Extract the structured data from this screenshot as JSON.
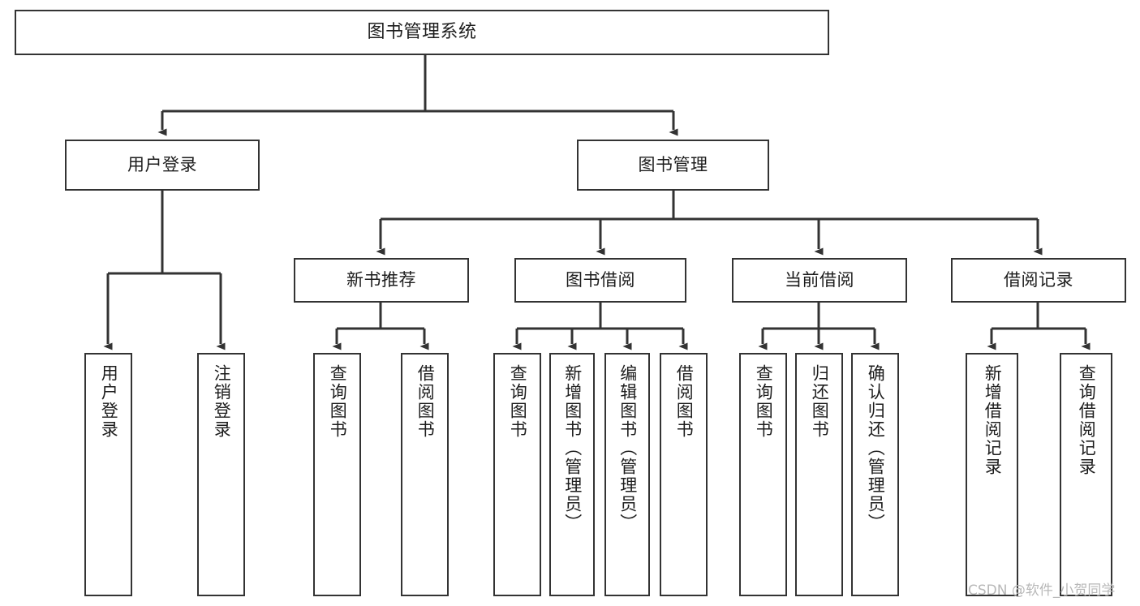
{
  "diagram": {
    "type": "tree-hierarchy",
    "title": "图书管理系统",
    "root": {
      "label": "图书管理系统"
    },
    "level2": [
      {
        "label": "用户登录"
      },
      {
        "label": "图书管理"
      }
    ],
    "level3": [
      {
        "label": "新书推荐"
      },
      {
        "label": "图书借阅"
      },
      {
        "label": "当前借阅"
      },
      {
        "label": "借阅记录"
      }
    ],
    "leaves": {
      "user_login": [
        {
          "label": "用户登录"
        },
        {
          "label": "注销登录"
        }
      ],
      "new_book_recommend": [
        {
          "label": "查询图书"
        },
        {
          "label": "借阅图书"
        }
      ],
      "book_borrow": [
        {
          "label": "查询图书"
        },
        {
          "label": "新增图书（管理员）"
        },
        {
          "label": "编辑图书（管理员）"
        },
        {
          "label": "借阅图书"
        }
      ],
      "current_borrow": [
        {
          "label": "查询图书"
        },
        {
          "label": "归还图书"
        },
        {
          "label": "确认归还（管理员）"
        }
      ],
      "borrow_record": [
        {
          "label": "新增借阅记录"
        },
        {
          "label": "查询借阅记录"
        }
      ]
    },
    "watermark": "CSDN @软件_小贺同学",
    "colors": {
      "border": "#333333",
      "text": "#1d1d1d",
      "background": "#ffffff",
      "watermark": "#b8b8b8"
    }
  }
}
